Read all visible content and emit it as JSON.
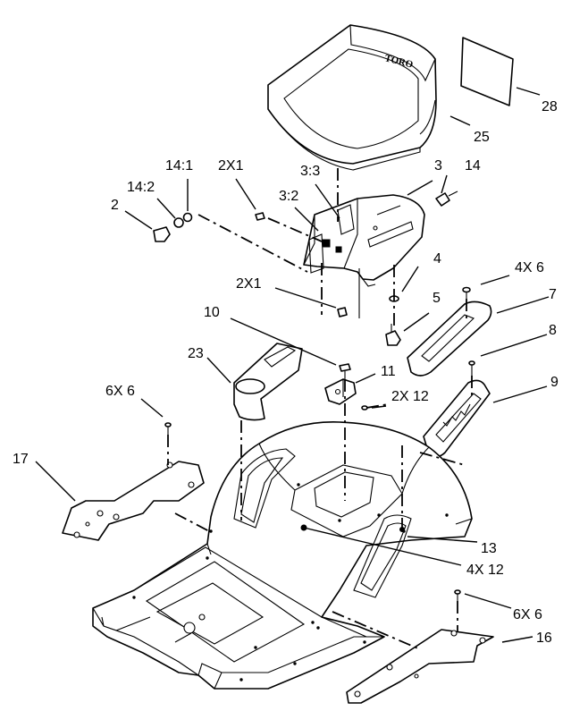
{
  "logo_text": "TORO",
  "labels": {
    "p28": "28",
    "p25": "25",
    "p3": "3",
    "p14": "14",
    "p14_1": "14:1",
    "p2x1_top": "2X1",
    "p3_3": "3:3",
    "p14_2": "14:2",
    "p3_2": "3:2",
    "p2": "2",
    "p4": "4",
    "p4x6": "4X 6",
    "p2x1_mid": "2X1",
    "p7": "7",
    "p10": "10",
    "p5": "5",
    "p8": "8",
    "p23": "23",
    "p11": "11",
    "p9": "9",
    "p6x6_left": "6X 6",
    "p2x12": "2X 12",
    "p17": "17",
    "p13": "13",
    "p4x12": "4X 12",
    "p6x6_right": "6X 6",
    "p16": "16"
  }
}
